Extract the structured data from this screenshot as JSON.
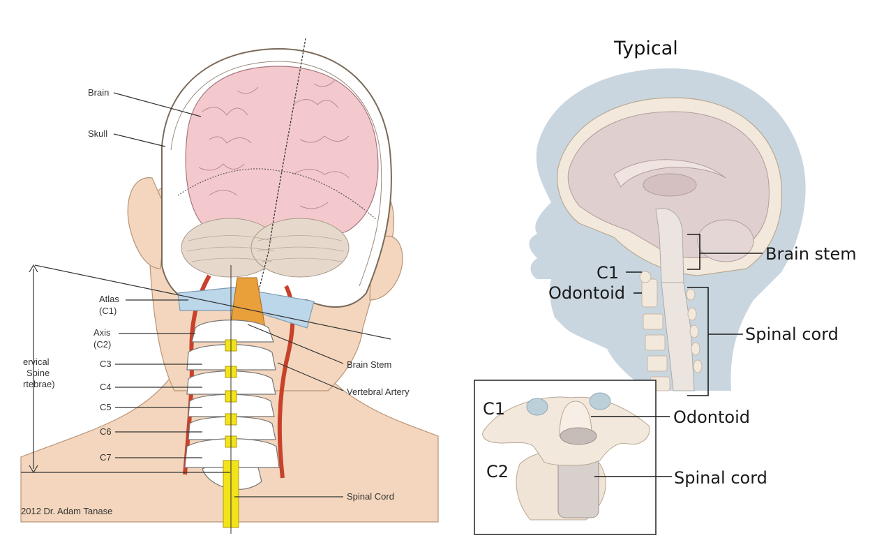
{
  "left_panel": {
    "labels": {
      "brain": "Brain",
      "skull": "Skull",
      "atlas": "Atlas",
      "atlas_sub": "(C1)",
      "axis": "Axis",
      "axis_sub": "(C2)",
      "cervical_line1": "ervical",
      "cervical_line2": "Spine",
      "cervical_line3": "rtebrae)",
      "c3": "C3",
      "c4": "C4",
      "c5": "C5",
      "c6": "C6",
      "c7": "C7",
      "brain_stem": "Brain Stem",
      "vertebral_artery": "Vertebral Artery",
      "spinal_cord": "Spinal Cord"
    },
    "copyright": "2012 Dr. Adam Tanase"
  },
  "right_panel": {
    "title": "Typical",
    "labels": {
      "brain_stem": "Brain stem",
      "c1": "C1",
      "odontoid": "Odontoid",
      "spinal_cord": "Spinal cord"
    },
    "inset": {
      "c1": "C1",
      "c2": "C2",
      "odontoid": "Odontoid",
      "spinal_cord": "Spinal cord"
    }
  },
  "colors": {
    "skin": "#f3d6bd",
    "brain": "#f4c9cd",
    "cerebellum": "#e6d9cc",
    "vertebra": "#ffffff",
    "spinal_cord_left": "#f2e31a",
    "artery": "#c8412a",
    "atlas": "#bcd6ea",
    "head_silhouette": "#c9d6df",
    "sagittal_brain": "#dfcfcf",
    "bone": "#f3e8dc"
  }
}
